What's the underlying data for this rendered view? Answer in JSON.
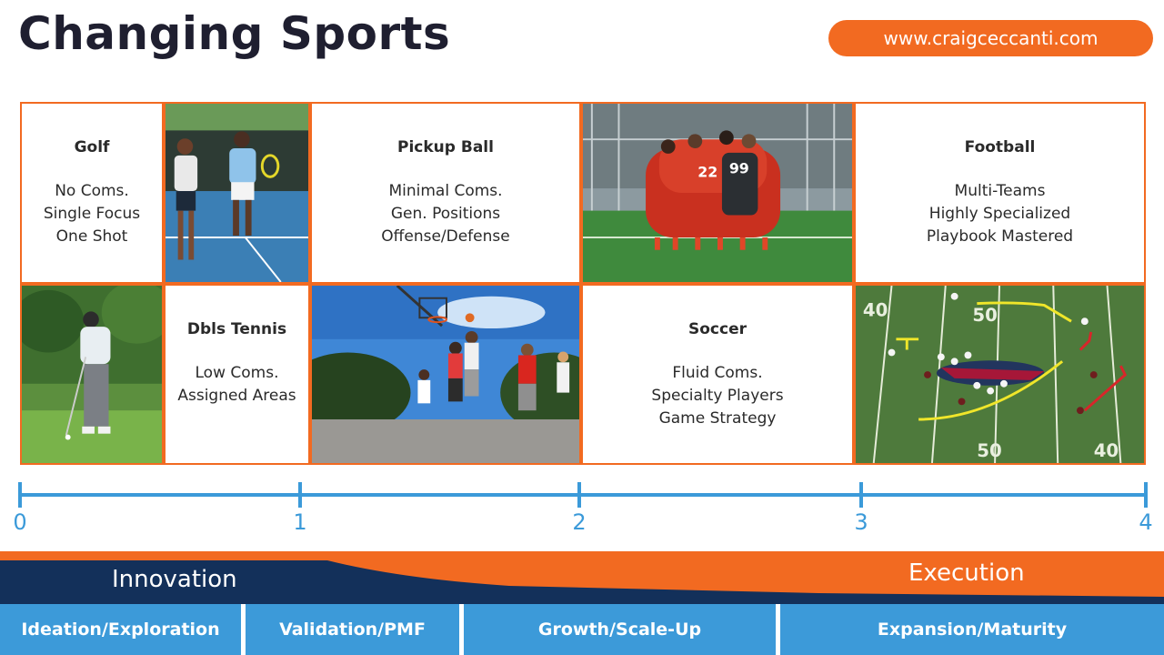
{
  "header": {
    "title": "Changing Sports",
    "url": "www.craigceccanti.com"
  },
  "cells": {
    "golf": {
      "heading": "Golf",
      "lines": [
        "No Coms.",
        "Single Focus",
        "One Shot"
      ]
    },
    "pickup": {
      "heading": "Pickup Ball",
      "lines": [
        "Minimal Coms.",
        "Gen. Positions",
        "Offense/Defense"
      ]
    },
    "football": {
      "heading": "Football",
      "lines": [
        "Multi-Teams",
        "Highly Specialized",
        "Playbook Mastered"
      ]
    },
    "tennis": {
      "heading": "Dbls Tennis",
      "lines": [
        "Low Coms.",
        "Assigned Areas"
      ]
    },
    "soccer": {
      "heading": "Soccer",
      "lines": [
        "Fluid Coms.",
        "Specialty Players",
        "Game Strategy"
      ]
    }
  },
  "photos": {
    "tennis_players": {
      "icon": "tennis-players-photo"
    },
    "soccer_huddle": {
      "icon": "soccer-huddle-photo",
      "jersey_numbers": [
        "22",
        "99"
      ]
    },
    "golfer": {
      "icon": "golfer-photo"
    },
    "basketball": {
      "icon": "basketball-photo"
    },
    "football_play": {
      "icon": "football-playbook-photo",
      "yard_numbers": [
        "40",
        "50",
        "50",
        "40"
      ]
    }
  },
  "timeline": {
    "ticks": [
      "0",
      "1",
      "2",
      "3",
      "4"
    ],
    "color": "#3b9ad9"
  },
  "bands": {
    "innovation": "Innovation",
    "execution": "Execution",
    "navy": "#13305a",
    "orange": "#f26a21"
  },
  "stages": [
    "Ideation/Exploration",
    "Validation/PMF",
    "Growth/Scale-Up",
    "Expansion/Maturity"
  ]
}
